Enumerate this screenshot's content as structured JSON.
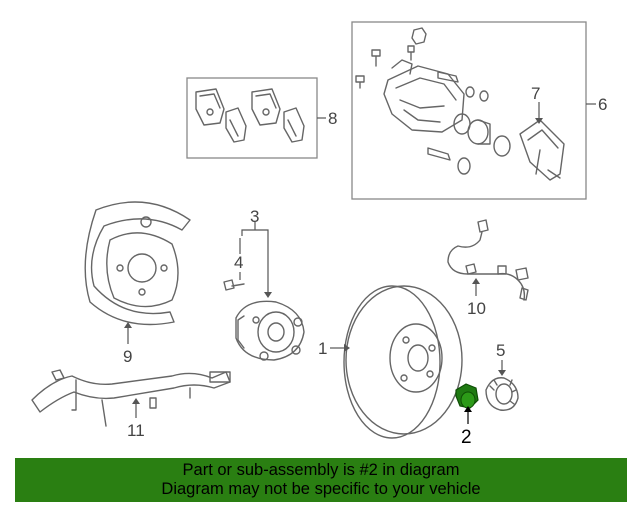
{
  "diagram": {
    "callouts": [
      {
        "id": "1",
        "label": "1"
      },
      {
        "id": "2",
        "label": "2"
      },
      {
        "id": "3",
        "label": "3"
      },
      {
        "id": "4",
        "label": "4"
      },
      {
        "id": "5",
        "label": "5"
      },
      {
        "id": "6",
        "label": "6"
      },
      {
        "id": "7",
        "label": "7"
      },
      {
        "id": "8",
        "label": "8"
      },
      {
        "id": "9",
        "label": "9"
      },
      {
        "id": "10",
        "label": "10"
      },
      {
        "id": "11",
        "label": "11"
      }
    ],
    "highlight_color": "#1f7a12",
    "line_color": "#666666"
  },
  "banner": {
    "line1": "Part or sub-assembly is #2 in diagram",
    "line2": "Diagram may not be specific to your vehicle",
    "background": "#2a7f12"
  }
}
